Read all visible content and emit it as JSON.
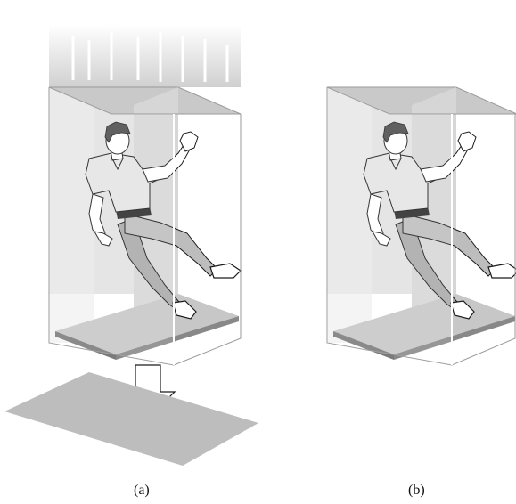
{
  "figure": {
    "panels": [
      {
        "id": "a",
        "caption": "(a)",
        "description_visible": false,
        "has_motion_lines": true,
        "has_down_arrow": true,
        "has_ground_plane": true
      },
      {
        "id": "b",
        "caption": "(b)",
        "description_visible": false,
        "has_motion_lines": false,
        "has_down_arrow": false,
        "has_ground_plane": false
      }
    ]
  },
  "colors": {
    "box_fill": "#e7e7e7",
    "box_top": "#c9c9c9",
    "box_back": "#dcdcdc",
    "floor": "#bdbdbd",
    "floor_edge": "#7a7a7a",
    "ground": "#bdbdbd",
    "outline": "#9a9a9a",
    "figure_fill": "#ffffff",
    "figure_shirt": "#e4e4e4",
    "figure_pants": "#b7b7b7",
    "figure_hair": "#4a4a4a",
    "figure_stroke": "#1a1a1a"
  }
}
